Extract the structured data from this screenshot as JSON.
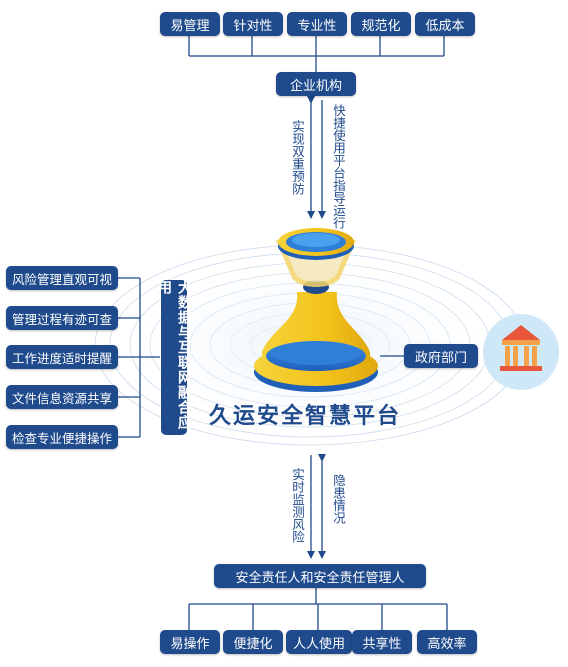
{
  "top_features": [
    "易管理",
    "针对性",
    "专业性",
    "规范化",
    "低成本"
  ],
  "enterprise": "企业机构",
  "up_left_text": "实现双重预防",
  "up_right_text": "快捷使用平台指导运行",
  "left_features": [
    "风险管理直观可视",
    "管理过程有迹可查",
    "工作进度适时提醒",
    "文件信息资源共享",
    "检查专业便捷操作"
  ],
  "bigdata": "大数据与互联网融合应用",
  "government": "政府部门",
  "platform_name": "久运安全智慧平台",
  "down_left_text": "实时监测风险",
  "down_right_text": "隐患情况",
  "responsible": "安全责任人和安全责任管理人",
  "bottom_features": [
    "易操作",
    "便捷化",
    "人人使用",
    "共享性",
    "高效率"
  ],
  "colors": {
    "navy": "#1f4a8c",
    "gold": "#f5c518",
    "blue": "#2a7bd6",
    "light_blue": "#cfe8f7"
  }
}
